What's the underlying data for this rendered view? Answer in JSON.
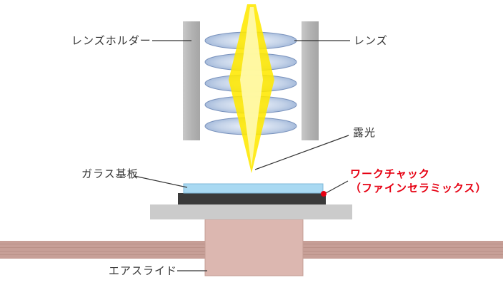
{
  "labels": {
    "lens_holder": "レンズホルダー",
    "lens": "レンズ",
    "exposure": "露光",
    "glass_substrate": "ガラス基板",
    "work_chuck": "ワークチャック",
    "work_chuck_material": "（ファインセラミックス）",
    "air_slide": "エアスライド"
  },
  "colors": {
    "label_text": "#333333",
    "accent_red": "#e60012",
    "holder_gray": "#b8b8b8",
    "lens_edge": "#8aa5cf",
    "beam_yellow": "#ffe800",
    "beam_core": "#fff9b0",
    "glass_blue": "#a9d9f2",
    "chuck_dark": "#3a3a3a",
    "stage_gray": "#cbcbcb",
    "slide_pink": "#dcb7b0",
    "rail_pink": "#c79f97",
    "leader_line": "#333333"
  }
}
